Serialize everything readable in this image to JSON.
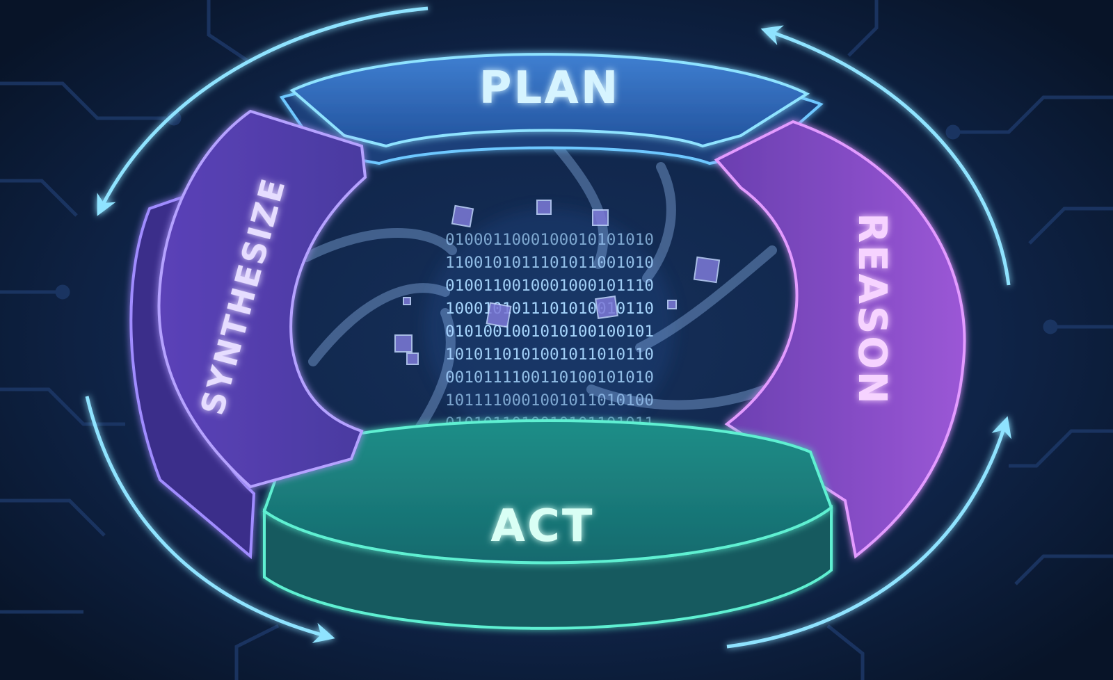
{
  "cycle": {
    "plan": {
      "label": "PLAN",
      "color": "#4fa9e8"
    },
    "reason": {
      "label": "REASON",
      "color": "#b267e6"
    },
    "act": {
      "label": "ACT",
      "color": "#2fbfa3"
    },
    "synthesize": {
      "label": "SYNTHESIZE",
      "color": "#8a6ae6"
    }
  },
  "binary": {
    "rows": [
      "0100011000100010101010",
      "1100101011101011001010",
      "0100110010001000101110",
      "1000101011101010010110",
      "0101001001010100100101",
      "1010110101001011010110",
      "0010111100110100101010",
      "1011110001001011010100",
      "0101011010010101101011"
    ]
  },
  "colors": {
    "background": "#0b1a33",
    "glow_outer": "#8fe3ff",
    "binary_text": "#a9d8ff",
    "circuit": "#1e3a6a"
  }
}
